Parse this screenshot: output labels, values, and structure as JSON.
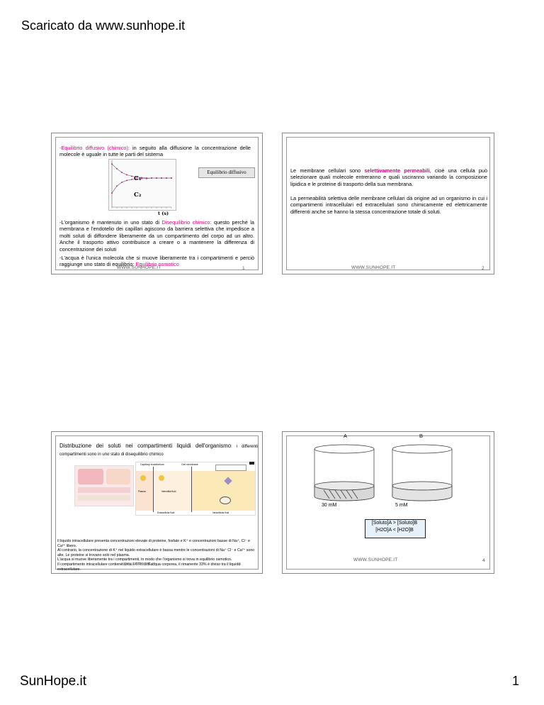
{
  "header": "Scaricato da www.sunhope.it",
  "footer_left": "SunHope.it",
  "footer_right": "1",
  "watermark": "WWW.SUNHOPE.IT",
  "slide1": {
    "num": "1",
    "p1_prefix": "-",
    "p1_highlight": "Equilibrio diffusivo (chimico):",
    "p1_rest": " in seguito alla diffusione la concentrazione delle molecole è uguale  in tutte le parti del sistema",
    "chart_box_label": "Equilibrio diffusivo",
    "c1_label": "C₁",
    "c2_label": "C₂",
    "x_axis_label": "t (s)",
    "p2_a": "-L'organismo è mantenuto in uno stato di ",
    "p2_highlight": "Disequilibrio chimico:",
    "p2_b": "  questo perché la membrana e l'endotelio dei capillari agiscono da barriera selettiva che impedisce a molti soluti di diffondere liberamente da un compartimento del corpo ad un altro. Anche il trasporto attivo contribuisce a creare o a mantenere la differenza di concentrazione dei soluti",
    "p3_a": "-L'acqua è l'unica molecola che si muove liberamente tra i compartimenti e perciò raggiunge uno stato di equilibrio: ",
    "p3_highlight": "Equilibrio osmotico"
  },
  "slide2": {
    "num": "2",
    "p1_a": "Le membrane cellulari sono ",
    "p1_highlight": "selettivamente permeabili",
    "p1_b": ", cioè una cellula può selezionare quali molecole entreranno e quali usciranno variando la composizione lipidica e le proteine di trasporto della sua membrana.",
    "p2": "La permeabilità selettiva delle membrane cellulari dà origine ad un organismo in cui i compartimenti intracellulari ed extracellulari sono chimicamente ed elettricamente differenti anche se hanno la stessa concentrazione totale di soluti."
  },
  "slide3": {
    "title_a": "Distribuzione dei soluti nei compartimenti liquidi dell'organismo",
    "title_b": ": i differenti compartimenti sono in uno stato di disequilibrio chimico",
    "figure_labels": [
      "Capillary endothelium",
      "Cell membrane",
      "Interstitial fluid",
      "Plasma",
      "Intracellular fluid",
      "Extracellular fluid"
    ],
    "n1": "Il liquido intracellulare presenta concentrazioni elevate di proteine, fosfato e K⁺ e concentrazioni basse di Na⁺, Cl⁻ e Ca²⁺ libero.",
    "n2": "Al contrario, la concentrazione di K⁺ nel liquido extracellulare è bassa mentre le concentrazioni di Na⁺ Cl⁻ e Ca²⁺ sono alte. Le proteine si trovano solo nel plasma.",
    "n3": "L'acqua si muove liberamente tra i compartimenti, in modo che l'organismo si trova in equilibrio osmotico.",
    "n4": "Il compartimento intracellulare contiene circa il 67% dell'acqua corporea, il rimanente 33% è diviso tra il liquido extracellulare.",
    "num": "3"
  },
  "slide4": {
    "label_a": "A",
    "label_b": "B",
    "conc_a": "30 mM",
    "conc_b": "5 mM",
    "eq1": "[Soluto]A > [Soluto]B",
    "eq2": "[H2O]A < [H2O]B",
    "num": "4"
  },
  "chart_data": {
    "type": "line",
    "title": "Equilibrio diffusivo",
    "xlabel": "t (s)",
    "ylabel": "",
    "series": [
      {
        "name": "C₁",
        "values": [
          0.92,
          0.82,
          0.74,
          0.69,
          0.66,
          0.64,
          0.63,
          0.62,
          0.62,
          0.62,
          0.62,
          0.62,
          0.62
        ]
      },
      {
        "name": "C₂",
        "values": [
          0.3,
          0.45,
          0.53,
          0.57,
          0.59,
          0.6,
          0.61,
          0.61,
          0.62,
          0.62,
          0.62,
          0.62,
          0.62
        ]
      }
    ],
    "x": [
      0,
      1,
      2,
      3,
      4,
      5,
      6,
      7,
      8,
      9,
      10,
      11,
      12
    ],
    "ylim": [
      0,
      1
    ],
    "grid": false
  }
}
